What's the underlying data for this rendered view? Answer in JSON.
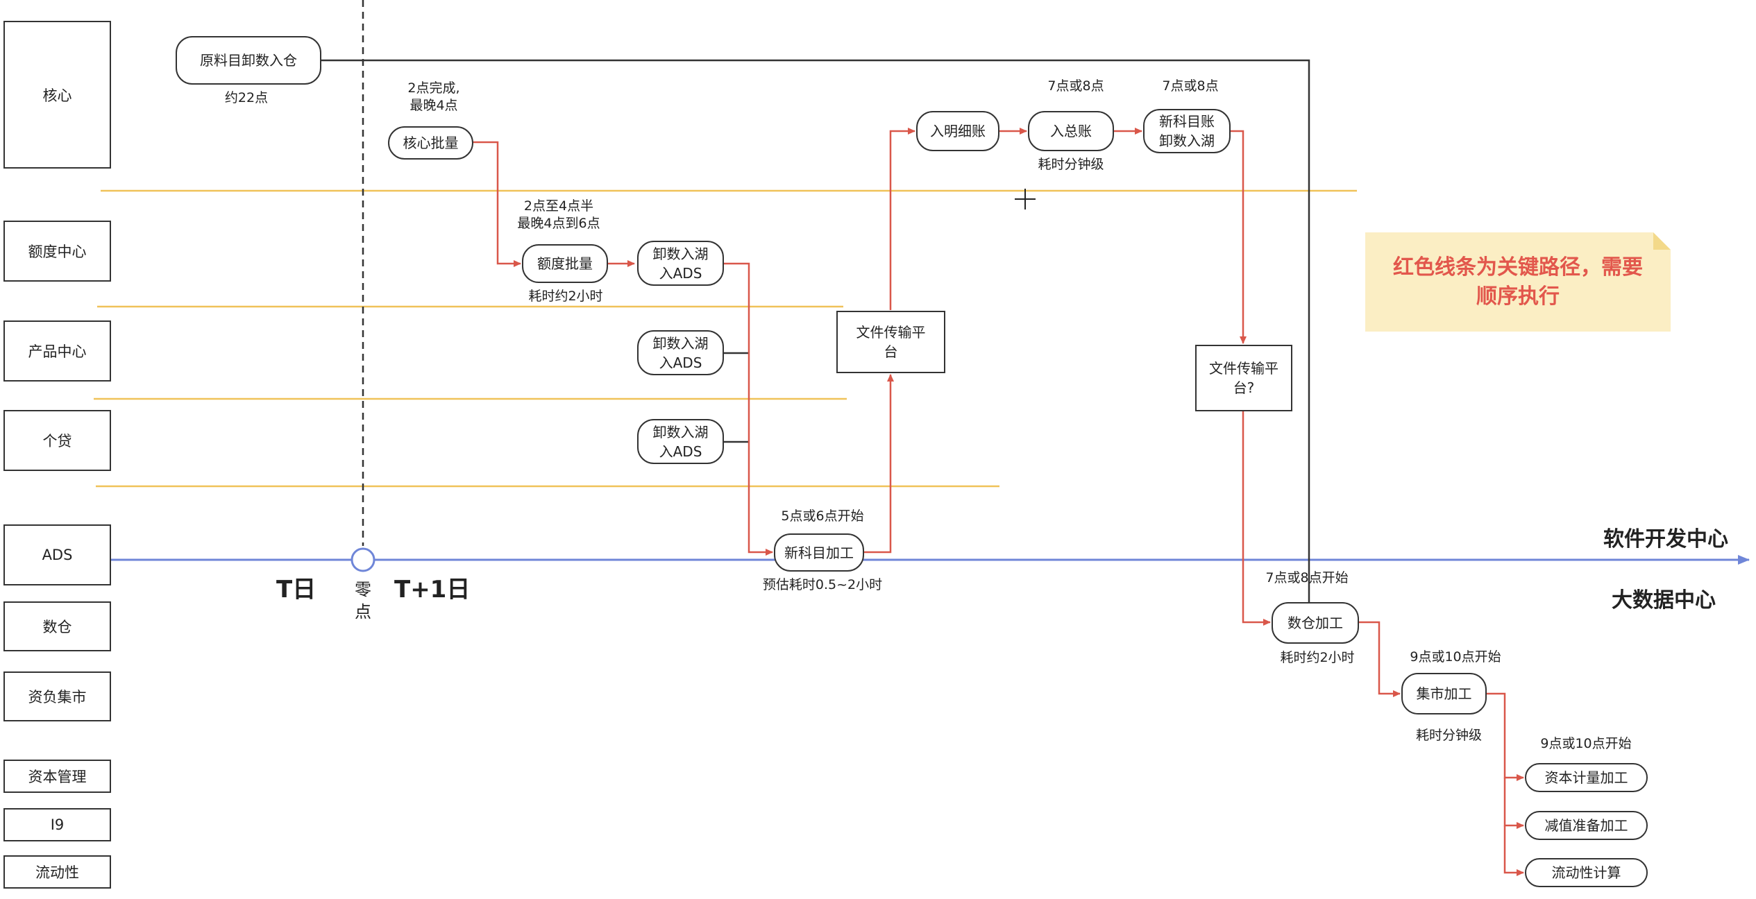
{
  "colors": {
    "critical": "#d9574a",
    "normal": "#333333",
    "separator": "#f0c259",
    "timeline": "#6f86d8",
    "note_bg": "#fbeec4",
    "note_text": "#e2574c"
  },
  "lanes": [
    "核心",
    "额度中心",
    "产品中心",
    "个贷",
    "ADS",
    "数仓",
    "资负集市",
    "资本管理",
    "I9",
    "流动性"
  ],
  "nodes": {
    "raw_unload": "原料目卸数入仓",
    "core_batch": "核心批量",
    "quota_batch": "额度批量",
    "unload1": "卸数入湖\n入ADS",
    "unload2": "卸数入湖\n入ADS",
    "unload3": "卸数入湖\n入ADS",
    "new_subject": "新科目加工",
    "file_platform1": "文件传输平\n台",
    "detail": "入明细账",
    "general": "入总账",
    "new_subject_ledger": "新科目账\n卸数入湖",
    "file_platform2": "文件传输平\n台?",
    "dw": "数仓加工",
    "mart": "集市加工",
    "capital": "资本计量加工",
    "impair": "减值准备加工",
    "liquidity": "流动性计算"
  },
  "labels": {
    "about22": "约22点",
    "core_time": "2点完成,\n最晚4点",
    "quota_time": "2点至4点半\n最晚4点到6点",
    "quota_dur": "耗时约2小时",
    "new_subject_start": "5点或6点开始",
    "new_subject_dur": "预估耗时0.5~2小时",
    "general_time": "7点或8点",
    "ledger_time": "7点或8点",
    "general_dur": "耗时分钟级",
    "dw_start": "7点或8点开始",
    "dw_dur": "耗时约2小时",
    "mart_start": "9点或10点开始",
    "mart_dur": "耗时分钟级",
    "final_start": "9点或10点开始"
  },
  "timeline": {
    "t_day": "T日",
    "midnight": "零\n点",
    "t1_day": "T+1日"
  },
  "regions": {
    "software": "软件开发中心",
    "bigdata": "大数据中心"
  },
  "note": "红色线条为关键路径，需要\n顺序执行"
}
